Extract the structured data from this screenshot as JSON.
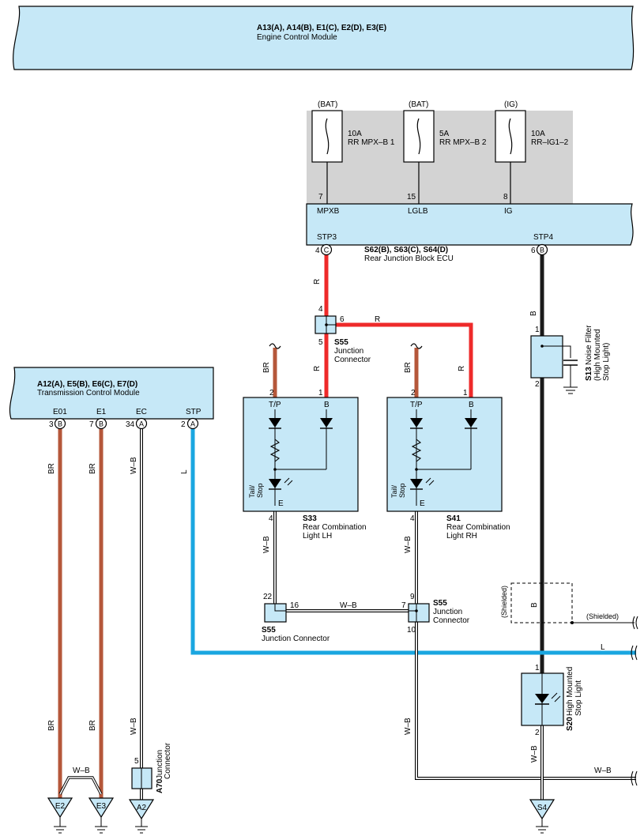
{
  "ecm": {
    "codes": "A13(A), A14(B), E1(C), E2(D), E3(E)",
    "name": "Engine Control Module"
  },
  "tcm": {
    "codes": "A12(A), E5(B), E6(C), E7(D)",
    "name": "Transmission Control Module",
    "pins": [
      {
        "term": "E01",
        "num": "3",
        "conn": "B"
      },
      {
        "term": "E1",
        "num": "7",
        "conn": "B"
      },
      {
        "term": "EC",
        "num": "34",
        "conn": "A"
      },
      {
        "term": "STP",
        "num": "2",
        "conn": "A"
      }
    ]
  },
  "fuses": [
    {
      "source": "(BAT)",
      "rating": "10A",
      "name": "RR MPX–B 1",
      "pin": "7",
      "term": "MPXB"
    },
    {
      "source": "(BAT)",
      "rating": "5A",
      "name": "RR MPX–B 2",
      "pin": "15",
      "term": "LGLB"
    },
    {
      "source": "(IG)",
      "rating": "10A",
      "name": "RR–IG1–2",
      "pin": "8",
      "term": "IG"
    }
  ],
  "rjb": {
    "codes": "S62(B), S63(C), S64(D)",
    "name": "Rear Junction Block ECU",
    "stp3": {
      "term": "STP3",
      "num": "4",
      "conn": "C"
    },
    "stp4": {
      "term": "STP4",
      "num": "6",
      "conn": "B"
    }
  },
  "junction_top": {
    "code": "S55",
    "name1": "Junction",
    "name2": "Connector",
    "pin_in": "4",
    "pin_right": "6",
    "pin_out": "5"
  },
  "junction_bl": {
    "code": "S55",
    "name": "Junction Connector",
    "pin_top": "22",
    "pin_right": "16"
  },
  "junction_br": {
    "code": "S55",
    "name1": "Junction",
    "name2": "Connector",
    "pin_top": "9",
    "pin_left": "7",
    "pin_bottom": "10"
  },
  "junction_a70": {
    "code": "A70",
    "name1": "Junction",
    "name2": "Connector",
    "pin": "5"
  },
  "lamp_lh": {
    "code": "S33",
    "name1": "Rear Combination",
    "name2": "Light LH",
    "tp": "T/P",
    "b": "B",
    "e": "E",
    "tail": "Tail/",
    "stop": "Stop",
    "pin_tp": "2",
    "pin_b": "1",
    "pin_e": "4"
  },
  "lamp_rh": {
    "code": "S41",
    "name1": "Rear Combination",
    "name2": "Light RH",
    "tp": "T/P",
    "b": "B",
    "e": "E",
    "tail": "Tail/",
    "stop": "Stop",
    "pin_tp": "2",
    "pin_b": "1",
    "pin_e": "4"
  },
  "noise_filter": {
    "code": "S13",
    "name1": "Noise Filter",
    "name2": "(High Mounted",
    "name3": "Stop Light)",
    "pin_top": "1",
    "pin_bottom": "2"
  },
  "hmsl": {
    "code": "S20",
    "name1": "High Mounted",
    "name2": "Stop Light",
    "pin_top": "1",
    "pin_bottom": "2"
  },
  "grounds": [
    "E2",
    "E3",
    "A2",
    "S4"
  ],
  "wires": {
    "R": "R",
    "B": "B",
    "BR": "BR",
    "WB": "W–B",
    "L": "L",
    "shielded": "(Shielded)"
  },
  "colors": {
    "red": "#ee2a2a",
    "brown": "#b5573a",
    "black": "#1a1a1a",
    "blue": "#1aa6e0",
    "box_fill": "#c6e8f7",
    "fuse_bg": "#d3d3d3"
  }
}
